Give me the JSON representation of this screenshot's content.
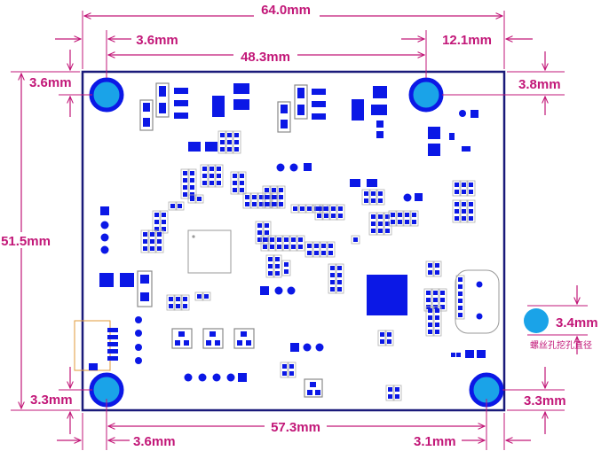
{
  "dimensions": {
    "board_width": "64.0mm",
    "board_height": "51.5mm",
    "top_left_hole_x": "3.6mm",
    "top_left_hole_y": "3.6mm",
    "top_hole_spacing": "48.3mm",
    "top_right_hole_x": "12.1mm",
    "top_right_hole_y": "3.8mm",
    "bottom_left_hole_y": "3.3mm",
    "bottom_hole_spacing": "57.3mm",
    "bottom_left_hole_x": "3.6mm",
    "bottom_right_hole_x": "3.1mm",
    "bottom_right_hole_y": "3.3mm",
    "hole_diameter": "3.4mm"
  },
  "legend": {
    "hole_caption": "螺丝孔挖孔直径"
  },
  "colors": {
    "dimension": "#c21778",
    "board_outline": "#1a1a7a",
    "pad": "#0b18e6",
    "mounting_hole": "#1aa3e8"
  }
}
